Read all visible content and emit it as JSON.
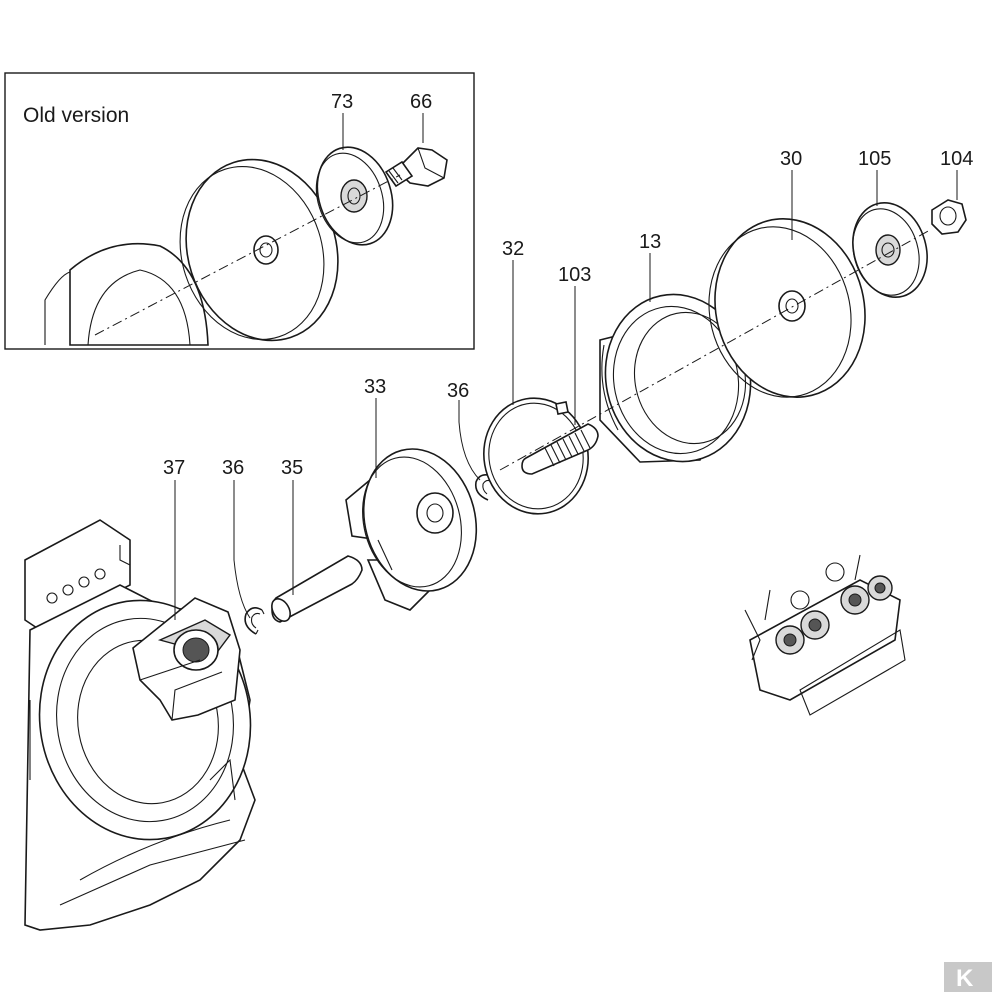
{
  "inset": {
    "title": "Old version"
  },
  "labels": {
    "p73": "73",
    "p66": "66",
    "p30": "30",
    "p105": "105",
    "p104": "104",
    "p32": "32",
    "p13": "13",
    "p103": "103",
    "p33": "33",
    "p36a": "36",
    "p37": "37",
    "p36b": "36",
    "p35": "35"
  },
  "logo": {
    "letter": "K"
  }
}
